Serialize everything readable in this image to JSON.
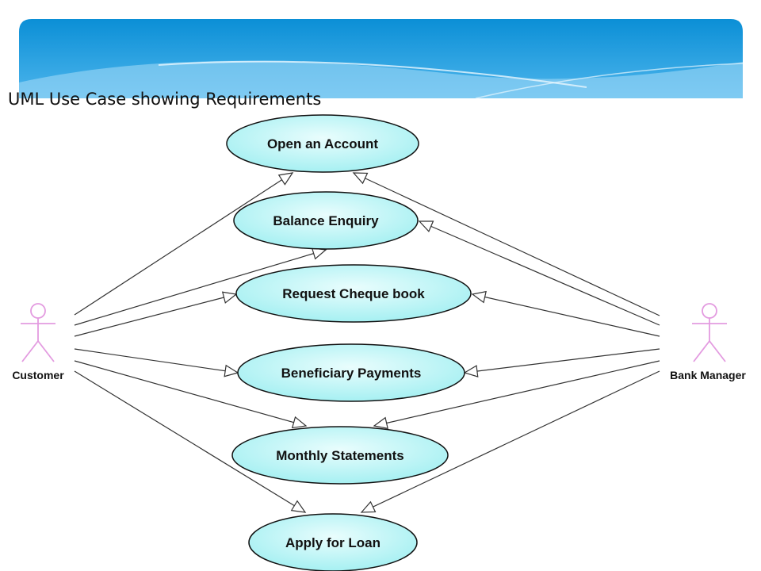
{
  "slide": {
    "title": "UML Use Case showing Requirements",
    "banner_colors": {
      "top": "#0b8fd6",
      "mid": "#4db5ec",
      "light": "#a8dcf7"
    }
  },
  "diagram": {
    "use_case_fill": "#a6f0f2",
    "use_case_fill_light": "#e9fdfd",
    "actor_color": "#e39be0",
    "actors": [
      {
        "id": "customer",
        "label": "Customer"
      },
      {
        "id": "bank_manager",
        "label": "Bank Manager"
      }
    ],
    "use_cases": [
      {
        "id": "open_account",
        "label": "Open an Account"
      },
      {
        "id": "balance_enquiry",
        "label": "Balance Enquiry"
      },
      {
        "id": "request_cheque",
        "label": "Request Cheque book"
      },
      {
        "id": "beneficiary",
        "label": "Beneficiary Payments"
      },
      {
        "id": "monthly_statements",
        "label": "Monthly Statements"
      },
      {
        "id": "apply_loan",
        "label": "Apply for Loan"
      }
    ],
    "associations": [
      {
        "from": "customer",
        "to": "open_account"
      },
      {
        "from": "customer",
        "to": "balance_enquiry"
      },
      {
        "from": "customer",
        "to": "request_cheque"
      },
      {
        "from": "customer",
        "to": "beneficiary"
      },
      {
        "from": "customer",
        "to": "monthly_statements"
      },
      {
        "from": "customer",
        "to": "apply_loan"
      },
      {
        "from": "bank_manager",
        "to": "open_account"
      },
      {
        "from": "bank_manager",
        "to": "balance_enquiry"
      },
      {
        "from": "bank_manager",
        "to": "request_cheque"
      },
      {
        "from": "bank_manager",
        "to": "beneficiary"
      },
      {
        "from": "bank_manager",
        "to": "monthly_statements"
      },
      {
        "from": "bank_manager",
        "to": "apply_loan"
      }
    ]
  }
}
